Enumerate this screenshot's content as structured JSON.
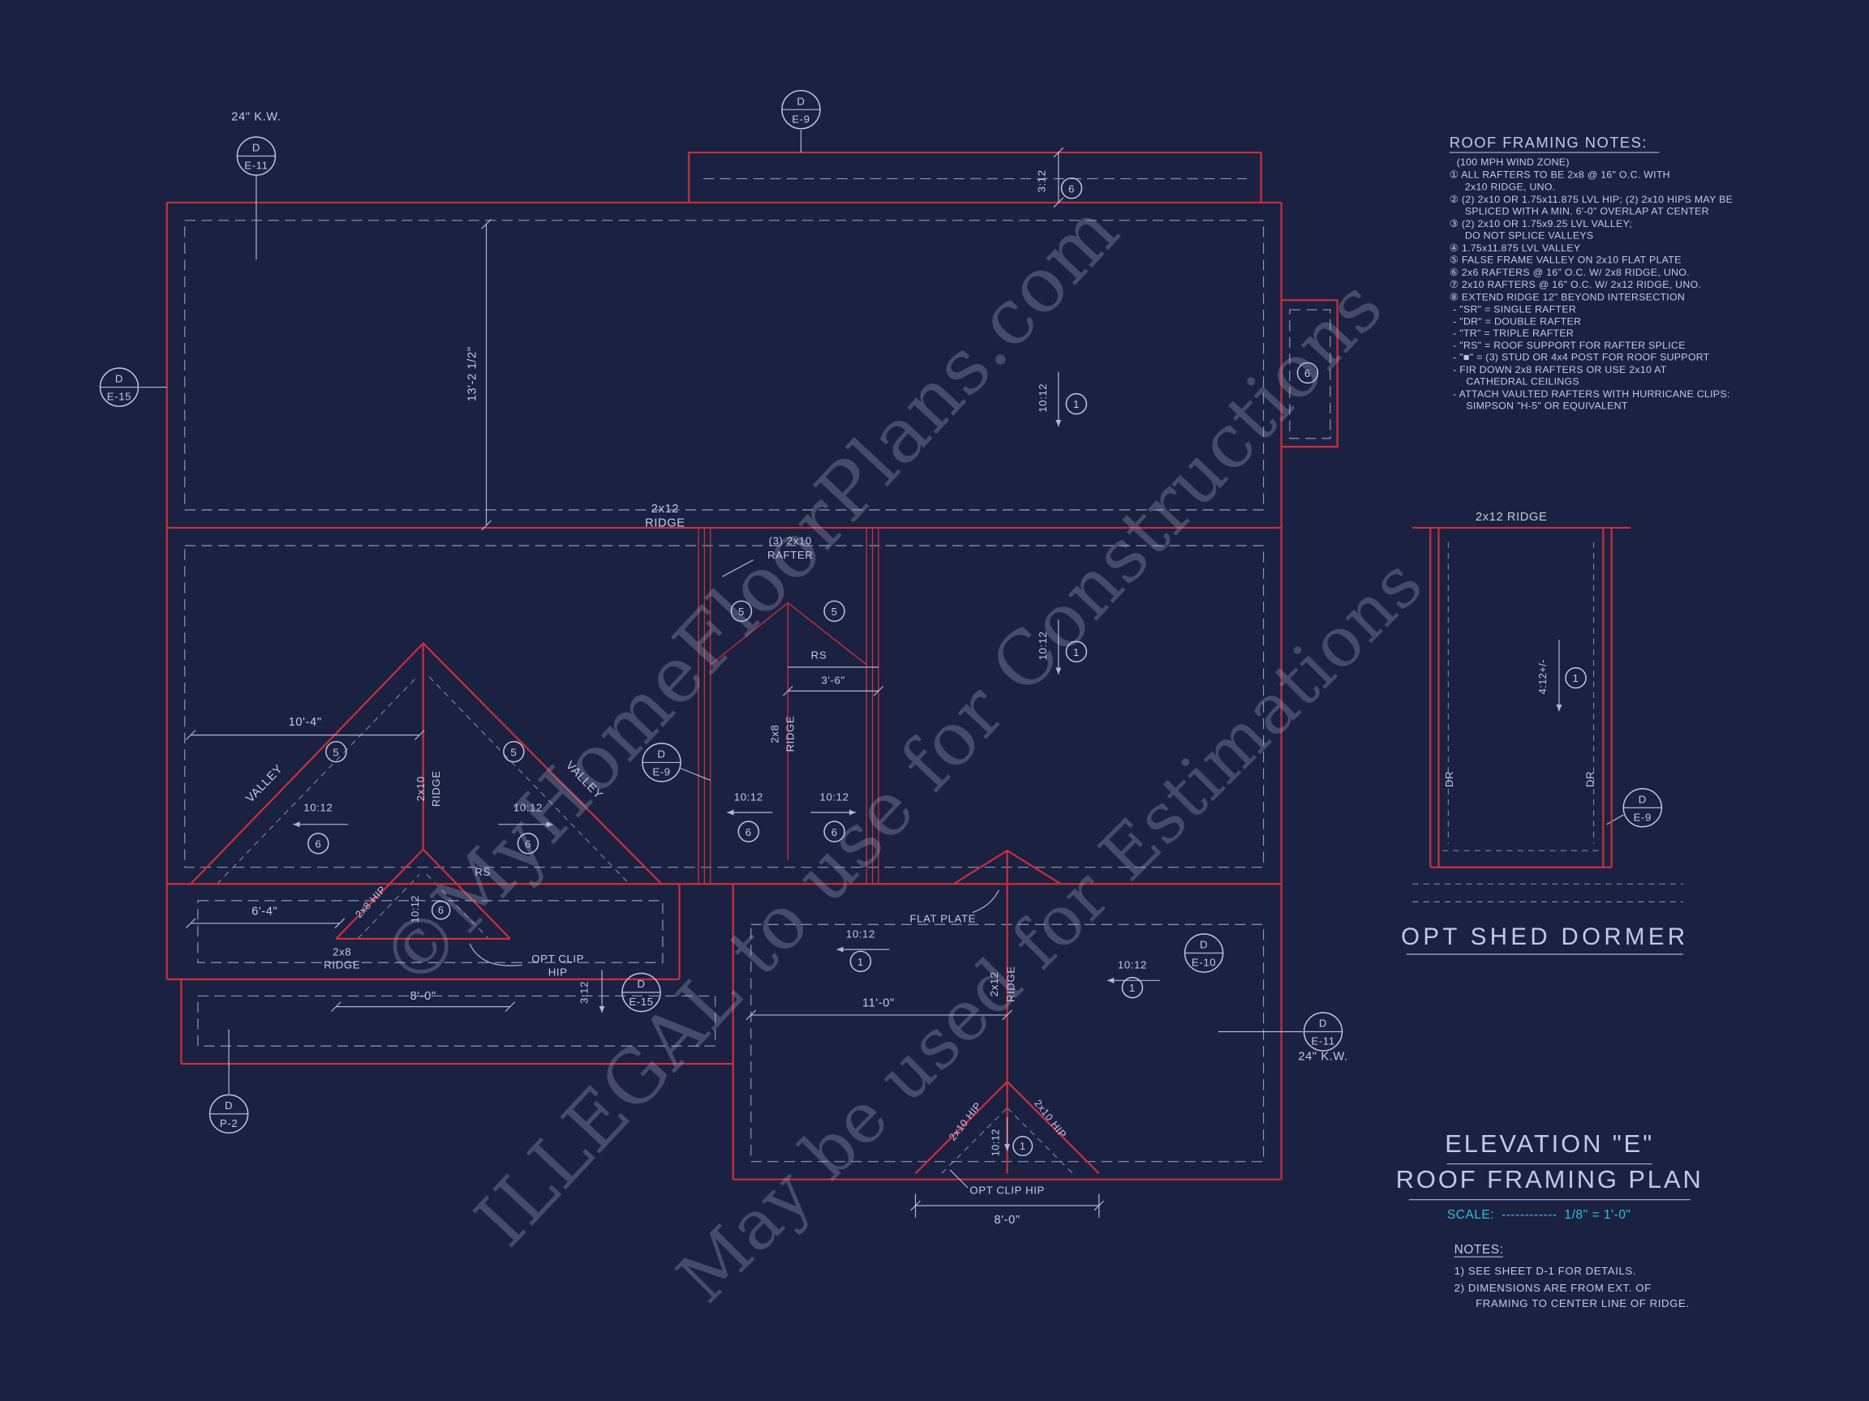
{
  "colors": {
    "background": "#1b2140",
    "line_red": "#c92f3e",
    "line_light": "#c3c8e6",
    "text_light": "#c3c8e6",
    "cyan": "#2fc0dc",
    "watermark": "#b7bcd8"
  },
  "watermark": {
    "line1": "©MyHomeFloorPlans.com",
    "line2": "ILLEGAL to use for Constructions",
    "line3": "May be used for Estimations"
  },
  "notes_panel": {
    "title": "ROOF FRAMING NOTES:",
    "lines": [
      "(100 MPH WIND ZONE)",
      "① ALL RAFTERS TO BE 2x8 @ 16\" O.C. WITH",
      "2x10 RIDGE, UNO.",
      "② (2) 2x10 OR 1.75x11.875 LVL HIP; (2) 2x10 HIPS MAY BE",
      "SPLICED WITH A MIN. 6'-0\" OVERLAP AT CENTER",
      "③ (2) 2x10 OR 1.75x9.25 LVL VALLEY;",
      "DO NOT SPLICE VALLEYS",
      "④ 1.75x11.875 LVL VALLEY",
      "⑤ FALSE FRAME VALLEY ON 2x10 FLAT PLATE",
      "⑥ 2x6 RAFTERS @ 16\" O.C. W/ 2x8 RIDGE, UNO.",
      "⑦ 2x10 RAFTERS @ 16\" O.C. W/ 2x12 RIDGE, UNO.",
      "⑧ EXTEND RIDGE 12\" BEYOND INTERSECTION",
      "-  \"SR\" = SINGLE RAFTER",
      "-  \"DR\" = DOUBLE RAFTER",
      "-  \"TR\" = TRIPLE RAFTER",
      "-  \"RS\" = ROOF SUPPORT FOR RAFTER SPLICE",
      "-  \"■\"  = (3) STUD OR 4x4 POST FOR ROOF SUPPORT",
      "-  FIR DOWN 2x8 RAFTERS OR USE 2x10 AT",
      "CATHEDRAL CEILINGS",
      "-  ATTACH VAULTED RAFTERS WITH HURRICANE CLIPS:",
      "SIMPSON \"H-5\" OR EQUIVALENT"
    ]
  },
  "plan": {
    "kw": "24\" K.W.",
    "ridge2x12_a": "2x12",
    "ridge2x12_b": "RIDGE",
    "rafter3_a": "(3) 2x10",
    "rafter3_b": "RAFTER",
    "rs": "RS",
    "r2x8_a": "2x8",
    "r2x8_b": "RIDGE",
    "r2x10_a": "2x10",
    "r2x10_b": "RIDGE",
    "valley": "VALLEY",
    "hip2x8": "2x8 HIP",
    "ridge2x8s_a": "2x8",
    "ridge2x8s_b": "RIDGE",
    "optclip_a": "OPT CLIP",
    "optclip_b": "HIP",
    "optcliphip": "OPT CLIP HIP",
    "flatplate": "FLAT PLATE",
    "r2x12v_a": "2x12",
    "r2x12v_b": "RIDGE",
    "hip2x10": "2x10 HIP",
    "slope1012": "10:12",
    "slope312": "3:12",
    "slope412": "4:12+/-",
    "dim13": "13'-2 1/2\"",
    "dim104": "10'-4\"",
    "dim64": "6'-4\"",
    "dim80": "8'-0\"",
    "dim36": "3'-6\"",
    "dim110": "11'-0\"",
    "circ1": "1",
    "circ5": "5",
    "circ6": "6",
    "dr": "DR"
  },
  "callouts": [
    {
      "top": "D",
      "bottom": "E-11"
    },
    {
      "top": "D",
      "bottom": "E-9"
    },
    {
      "top": "D",
      "bottom": "E-15"
    },
    {
      "top": "D",
      "bottom": "E-9"
    },
    {
      "top": "D",
      "bottom": "E-15"
    },
    {
      "top": "D",
      "bottom": "E-10"
    },
    {
      "top": "D",
      "bottom": "E-11"
    },
    {
      "top": "D",
      "bottom": "P-2"
    },
    {
      "top": "D",
      "bottom": "E-9"
    }
  ],
  "shed_dormer": {
    "ridge_label": "2x12 RIDGE",
    "title": "OPT SHED DORMER"
  },
  "title_block": {
    "line1": "ELEVATION \"E\"",
    "line2": "ROOF FRAMING PLAN",
    "scale_label": "SCALE:",
    "scale_dashes": "------------",
    "scale_value": "1/8\" = 1'-0\"",
    "notes_title": "NOTES:",
    "note1": "1)  SEE SHEET D-1 FOR DETAILS.",
    "note2": "2)  DIMENSIONS ARE FROM EXT. OF",
    "note3": "FRAMING TO CENTER LINE OF RIDGE."
  }
}
